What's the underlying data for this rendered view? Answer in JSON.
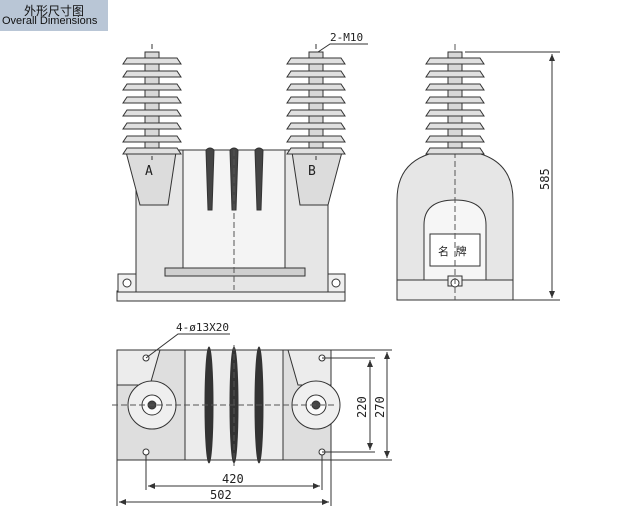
{
  "header": {
    "title_cn": "外形尺寸图",
    "title_en": "Overall Dimensions"
  },
  "front_view": {
    "terminal_a": "A",
    "terminal_b": "B",
    "bolt_label": "2-M10"
  },
  "side_view": {
    "nameplate": "名 牌",
    "height_dim": "585"
  },
  "top_view": {
    "hole_label": "4-ø13X20",
    "dim_420": "420",
    "dim_502": "502",
    "dim_220": "220",
    "dim_270": "270"
  }
}
